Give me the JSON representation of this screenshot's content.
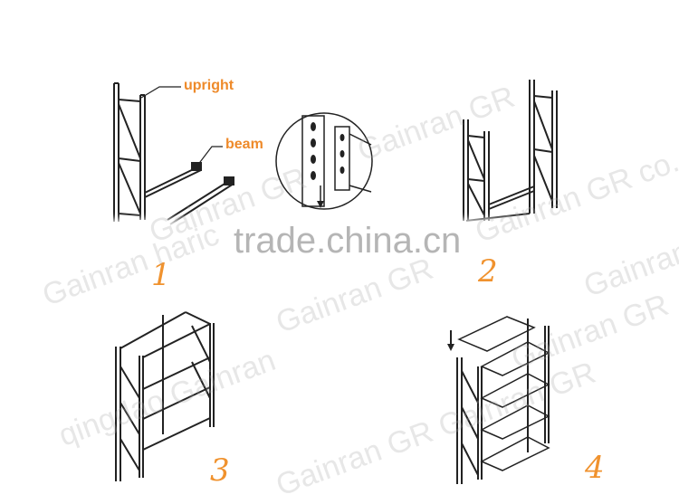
{
  "labels": {
    "upright": "upright",
    "beam": "beam"
  },
  "steps": [
    "1",
    "2",
    "3",
    "4"
  ],
  "watermarks": {
    "center": "trade.china.cn",
    "lines": [
      "Gainran GR",
      "Gainran GR",
      "Gainran GR co.,ltd",
      "Gainran haric",
      "Gainran GR",
      "qingdao Gainran",
      "Gainran GR Gainran GR",
      "Gainran GR",
      "Gainran"
    ]
  },
  "colors": {
    "line": "#222222",
    "label": "#ee8a2a",
    "step": "#f0922e"
  }
}
